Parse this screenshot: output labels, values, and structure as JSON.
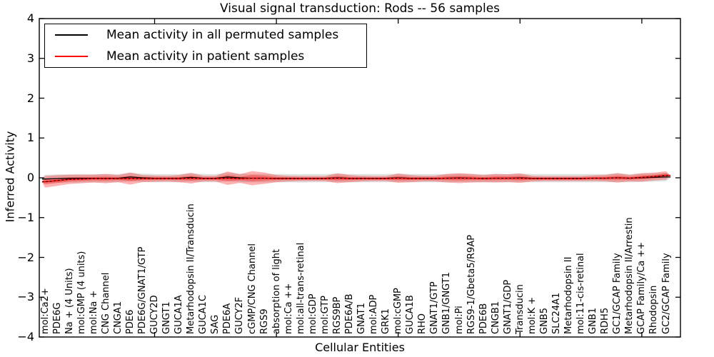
{
  "chart_data": {
    "type": "violin",
    "title": "Visual signal transduction: Rods -- 56 samples",
    "xlabel": "Cellular Entities",
    "ylabel": "Inferred Activity",
    "ylim": [
      -4,
      4
    ],
    "ytick_values": [
      4,
      3,
      2,
      1,
      0,
      -1,
      -2,
      -3,
      -4
    ],
    "ytick_labels": [
      "4",
      "3",
      "2",
      "1",
      "0",
      "−1",
      "−2",
      "−3",
      "−4"
    ],
    "legend_position": "upper left",
    "grid": false,
    "entities": [
      "mol:Ca2+",
      "PDE6G",
      "Na + (4 Units)",
      "mol:GMP (4 units)",
      "mol:Na +",
      "CNG Channel",
      "CNGA1",
      "PDE6",
      "PDE6G/GNAT1/GTP",
      "GUCY2D",
      "GNGT1",
      "GUCA1A",
      "Metarhodopsin II/Transducin",
      "GUCA1C",
      "SAG",
      "PDE6A",
      "GUCY2F",
      "cGMP/CNG Channel",
      "RGS9",
      "absorption of light",
      "mol:Ca ++",
      "mol:all-trans-retinal",
      "mol:GDP",
      "mol:GTP",
      "RGS9BP",
      "PDE6A/B",
      "GNAT1",
      "mol:ADP",
      "GRK1",
      "mol:cGMP",
      "GUCA1B",
      "RHO",
      "GNAT1/GTP",
      "GNB1/GNGT1",
      "mol:Pi",
      "RGS9-1/Gbeta5/R9AP",
      "PDE6B",
      "CNGB1",
      "GNAT1/GDP",
      "Transducin",
      "mol:K +",
      "GNB5",
      "SLC24A1",
      "Metarhodopsin II",
      "mol:11-cis-retinal",
      "GNB1",
      "RDH5",
      "GC1/GCAP Family",
      "Metarhodopsin II/Arrestin",
      "GCAP Family/Ca ++",
      "Rhodopsin",
      "GC2/GCAP Family"
    ],
    "series": [
      {
        "name": "Mean activity in all permuted samples",
        "color": "#000000",
        "values": [
          -0.03,
          -0.02,
          -0.015,
          -0.01,
          -0.01,
          -0.01,
          -0.01,
          0.02,
          0,
          -0.01,
          -0.01,
          -0.01,
          0.01,
          -0.01,
          -0.01,
          0.02,
          0,
          -0.01,
          -0.01,
          -0.01,
          -0.01,
          -0.015,
          -0.01,
          -0.01,
          0,
          -0.01,
          -0.01,
          -0.01,
          -0.01,
          0,
          -0.01,
          -0.01,
          -0.01,
          -0.01,
          0,
          -0.01,
          -0.01,
          -0.01,
          -0.01,
          0,
          -0.01,
          -0.01,
          -0.01,
          -0.01,
          -0.01,
          -0.01,
          -0.01,
          0,
          -0.01,
          0,
          0.01,
          0.02
        ]
      },
      {
        "name": "Mean activity in patient samples",
        "color": "#ff0000",
        "values": [
          -0.1,
          -0.07,
          -0.04,
          -0.03,
          -0.02,
          -0.02,
          -0.02,
          -0.02,
          -0.02,
          -0.02,
          -0.02,
          -0.02,
          -0.01,
          -0.02,
          -0.02,
          -0.01,
          -0.02,
          -0.01,
          -0.01,
          -0.02,
          -0.02,
          -0.02,
          -0.02,
          -0.02,
          -0.01,
          -0.02,
          -0.02,
          -0.02,
          -0.02,
          -0.01,
          -0.02,
          -0.02,
          -0.02,
          -0.01,
          -0.01,
          -0.01,
          -0.02,
          -0.01,
          -0.01,
          -0.01,
          -0.02,
          -0.02,
          -0.02,
          -0.02,
          -0.02,
          -0.01,
          -0.01,
          0,
          -0.01,
          0.01,
          0.03,
          0.06
        ]
      }
    ],
    "bands": [
      {
        "name": "permuted-samples-spread",
        "color": "#bbbbbb",
        "halfwidth": 0.105
      },
      {
        "name": "patient-samples-spread",
        "color": "#ff0000",
        "halfwidths": [
          0.145,
          0.135,
          0.116,
          0.107,
          0.098,
          0.116,
          0.089,
          0.152,
          0.089,
          0.08,
          0.071,
          0.089,
          0.134,
          0.071,
          0.071,
          0.17,
          0.107,
          0.179,
          0.143,
          0.089,
          0.071,
          0.063,
          0.063,
          0.063,
          0.125,
          0.089,
          0.071,
          0.063,
          0.063,
          0.116,
          0.089,
          0.071,
          0.071,
          0.107,
          0.125,
          0.107,
          0.089,
          0.107,
          0.098,
          0.12,
          0.071,
          0.063,
          0.063,
          0.063,
          0.063,
          0.071,
          0.08,
          0.12,
          0.08,
          0.107,
          0.098,
          0.107
        ]
      }
    ],
    "colors": {
      "axis": "#000000",
      "background": "#ffffff",
      "permuted_line": "#000000",
      "patient_line": "#ff0000"
    }
  }
}
